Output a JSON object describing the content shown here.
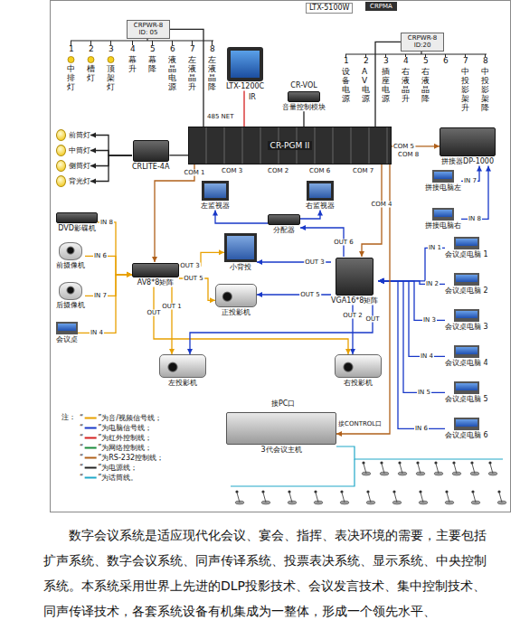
{
  "diagram": {
    "caption": "数字会议系统是适应现代化会议、宴会、指挥、表决环境的需要，主要包括扩声系统、数字会议系统、同声传译系统、投票表决系统、显示系统、中央控制系统。本系统采用世界上先进的DLP投影技术、会议发言技术、集中控制技术、同声传译技术，各套系统设备有机集成为一整体，形成一个领先水平、",
    "nodes": [
      {
        "text": [
          "CRPWR-8 ID: 05"
        ]
      },
      {
        "text": [
          "LTX-5100W"
        ]
      },
      {
        "text": [
          "CRPMA"
        ]
      },
      {
        "text": [
          "CRPWR-8 ID:20"
        ]
      },
      {
        "text": [
          "LTX-1200C"
        ]
      },
      {
        "text": [
          "CR-VOL",
          "音量控制模块"
        ]
      },
      {
        "text": [
          "CR-PGM II"
        ]
      },
      {
        "text": [
          "CRLITE-4A"
        ]
      },
      {
        "text": [
          "拼接器DP-1000"
        ]
      },
      {
        "text": [
          "拼接电脑左"
        ]
      },
      {
        "text": [
          "拼接电脑右"
        ]
      },
      {
        "text": [
          "前筒灯"
        ]
      },
      {
        "text": [
          "中筒灯"
        ]
      },
      {
        "text": [
          "侧筒灯"
        ]
      },
      {
        "text": [
          "背光灯"
        ]
      },
      {
        "text": [
          "DVD影碟机"
        ]
      },
      {
        "text": [
          "前摄像机"
        ]
      },
      {
        "text": [
          "后摄像机"
        ]
      },
      {
        "text": [
          "会议桌"
        ]
      },
      {
        "text": [
          "左监视器"
        ]
      },
      {
        "text": [
          "右监视器"
        ]
      },
      {
        "text": [
          "分配器"
        ]
      },
      {
        "text": [
          "小背投"
        ]
      },
      {
        "text": [
          "AV8*8矩阵"
        ]
      },
      {
        "text": [
          "正投影机"
        ]
      },
      {
        "text": [
          "VGA16*8矩阵"
        ]
      },
      {
        "text": [
          "左投影机"
        ]
      },
      {
        "text": [
          "右投影机"
        ]
      },
      {
        "text": [
          "3代会议主机"
        ]
      },
      {
        "text": [
          "会议桌电脑 1"
        ]
      },
      {
        "text": [
          "会议桌电脑 2"
        ]
      },
      {
        "text": [
          "会议桌电脑 3"
        ]
      },
      {
        "text": [
          "会议桌电脑 4"
        ]
      },
      {
        "text": [
          "会议桌电脑 5"
        ]
      },
      {
        "text": [
          "会议桌电脑 6"
        ]
      }
    ],
    "edges": [
      {
        "from": 0,
        "to": 6,
        "arrow": "none"
      },
      {
        "from": 6,
        "to": 3,
        "arrow": "none"
      },
      {
        "from": 4,
        "to": 6,
        "arrow": "none"
      },
      {
        "from": 5,
        "to": 6,
        "arrow": "none"
      },
      {
        "from": 6,
        "to": 7,
        "arrow": "none"
      },
      {
        "from": 7,
        "to": 11,
        "arrow": "to"
      },
      {
        "from": 7,
        "to": 12,
        "arrow": "to"
      },
      {
        "from": 7,
        "to": 13,
        "arrow": "to"
      },
      {
        "from": 7,
        "to": 14,
        "arrow": "to"
      },
      {
        "from": 6,
        "to": 8,
        "arrow": "to",
        "label": "COM 5"
      },
      {
        "from": 9,
        "to": 8,
        "arrow": "to",
        "label": "IN 7"
      },
      {
        "from": 10,
        "to": 8,
        "arrow": "to",
        "label": "IN 8"
      },
      {
        "from": 15,
        "to": 23,
        "arrow": "to",
        "label": "IN 8"
      },
      {
        "from": 16,
        "to": 23,
        "arrow": "to",
        "label": "IN 6"
      },
      {
        "from": 17,
        "to": 23,
        "arrow": "to",
        "label": "IN 7"
      },
      {
        "from": 18,
        "to": 23,
        "arrow": "to",
        "label": "IN 4"
      },
      {
        "from": 23,
        "to": 22,
        "arrow": "to",
        "label": "OUT 3"
      },
      {
        "from": 25,
        "to": 21,
        "arrow": "to",
        "label": "OUT 6"
      },
      {
        "from": 25,
        "to": 22,
        "arrow": "to",
        "label": "OUT 3"
      },
      {
        "from": 21,
        "to": 19,
        "arrow": "to"
      },
      {
        "from": 21,
        "to": 20,
        "arrow": "to"
      },
      {
        "from": 23,
        "to": 24,
        "arrow": "to",
        "label": "OUT 5"
      },
      {
        "from": 25,
        "to": 24,
        "arrow": "to",
        "label": "OUT 5"
      },
      {
        "from": 23,
        "to": 26,
        "arrow": "to",
        "label": "OUT 1"
      },
      {
        "from": 25,
        "to": 27,
        "arrow": "to",
        "label": "OUT 2"
      },
      {
        "from": 23,
        "to": 27,
        "arrow": "to",
        "label": "OUT"
      },
      {
        "from": 25,
        "to": 26,
        "arrow": "to",
        "label": "OUT"
      },
      {
        "from": 29,
        "to": 25,
        "arrow": "to",
        "label": "IN 1"
      },
      {
        "from": 30,
        "to": 25,
        "arrow": "to",
        "label": "IN 2"
      },
      {
        "from": 31,
        "to": 25,
        "arrow": "to",
        "label": "IN 3"
      },
      {
        "from": 32,
        "to": 25,
        "arrow": "to",
        "label": "IN 4"
      },
      {
        "from": 33,
        "to": 25,
        "arrow": "to",
        "label": "IN 5"
      },
      {
        "from": 34,
        "to": 25,
        "arrow": "to",
        "label": "IN 6"
      },
      {
        "from": 6,
        "to": 23,
        "arrow": "to",
        "label": "COM 1"
      },
      {
        "from": 6,
        "to": 25,
        "arrow": "to",
        "label": "COM 4"
      },
      {
        "from": 6,
        "to": 28,
        "arrow": "to"
      }
    ],
    "labels": [
      "1",
      "中排灯",
      "2",
      "槽灯",
      "3",
      "顶架灯",
      "4",
      "幕升",
      "5",
      "幕降",
      "6",
      "液晶电源",
      "7",
      "左液晶升",
      "8",
      "左液晶降",
      "1",
      "设备电源",
      "2",
      "AV电源",
      "3",
      "插座电源",
      "4",
      "右液晶升",
      "5",
      "右液晶降",
      "6",
      "7",
      "中投影架升",
      "8",
      "中投影架降",
      "485 NET",
      "IR",
      "COM 8",
      "COM 3",
      "COM 2",
      "COM 6",
      "COM 7",
      "接PC口",
      "接CONTROL口",
      "注："
    ],
    "legend": [
      {
        "text": "“　　”为音/视频信号线；"
      },
      {
        "text": "“　　”为电脑信号线；"
      },
      {
        "text": "“　　”为红外控制线；"
      },
      {
        "text": "“　　”为网络控制线；"
      },
      {
        "text": "“　　”为RS-232控制线；"
      },
      {
        "text": "“　　”为电源线；"
      },
      {
        "text": "“　　”为话筒线。"
      }
    ]
  }
}
